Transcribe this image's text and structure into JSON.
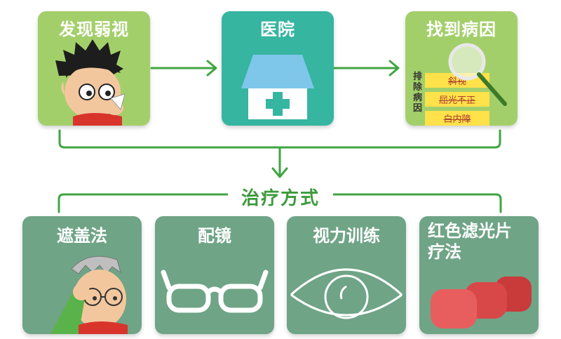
{
  "top": {
    "discover": "发现弱视",
    "hospital": "医院",
    "find_cause": "找到病因"
  },
  "exclude_column": [
    "排",
    "除",
    "病",
    "因"
  ],
  "cause_items": [
    "斜视",
    "屈光不正",
    "白内障"
  ],
  "middle_label": "治疗方式",
  "bottom": {
    "occlusion_line1": "遮盖法",
    "glasses": "配镜",
    "training": "视力训练",
    "red_filter_line1": "红色滤光片",
    "red_filter_line2": "疗法"
  },
  "colors": {
    "light_green": "#a3cf6a",
    "teal": "#36b5a1",
    "sage": "#6fa486",
    "arrow_green": "#3fa541"
  },
  "icons": [
    "person-icon",
    "hospital-icon",
    "magnifier-icon",
    "grandpa-icon",
    "glasses-icon",
    "eye-icon",
    "red-filter-icon"
  ]
}
